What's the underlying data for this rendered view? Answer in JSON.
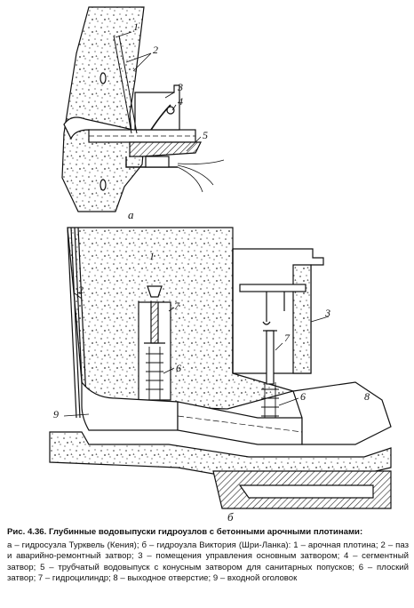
{
  "figure": {
    "sublabel_a": "а",
    "sublabel_b": "б",
    "callouts_a": [
      "1",
      "2",
      "3",
      "4",
      "5"
    ],
    "callouts_b": [
      "1",
      "2",
      "3",
      "7",
      "7",
      "6",
      "6",
      "8",
      "9"
    ]
  },
  "caption": {
    "title": "Рис. 4.36. Глубинные водовыпуски гидроузлов с бетонными арочными плотинами:",
    "body": "а – гидросузла Турквель (Кения); б – гидроузла Виктория (Шри-Ланка): 1 – арочная плотина; 2 – паз и аварийно-ремонтный затвор; 3 – помещения управления основным затвором; 4 – сегментный затвор; 5 – трубчатый водовыпуск с конусным затвором для санитарных попусков; 6 – плоский затвор; 7 – гидроцилиндр; 8 – выходное отверстие; 9 – входной оголовок"
  }
}
